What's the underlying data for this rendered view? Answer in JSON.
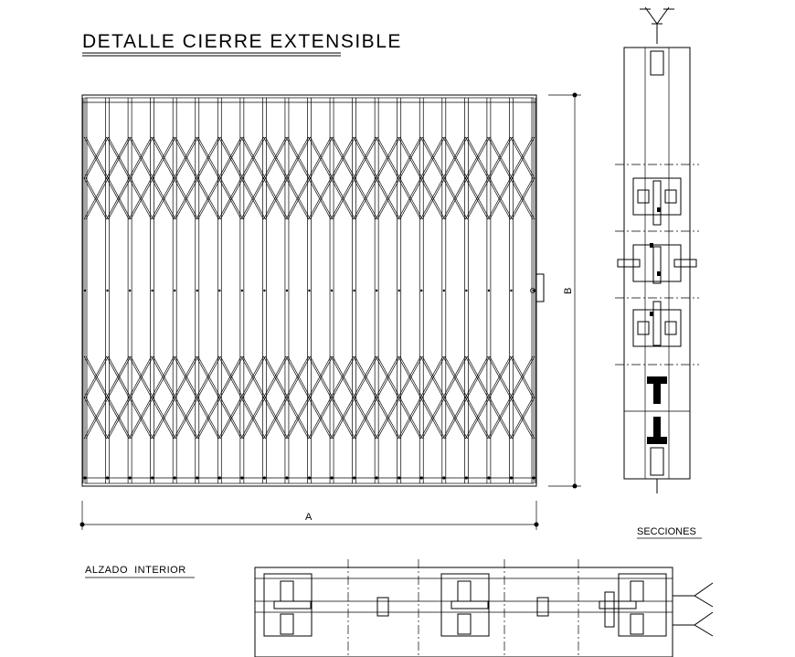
{
  "drawing": {
    "title": "DETALLE CIERRE EXTENSIBLE",
    "elevation_label": "ALZADO  INTERIOR",
    "sections_label": "SECCIONES",
    "dimension_width": "A",
    "dimension_height": "B"
  },
  "elevation": {
    "bar_count": 20
  }
}
